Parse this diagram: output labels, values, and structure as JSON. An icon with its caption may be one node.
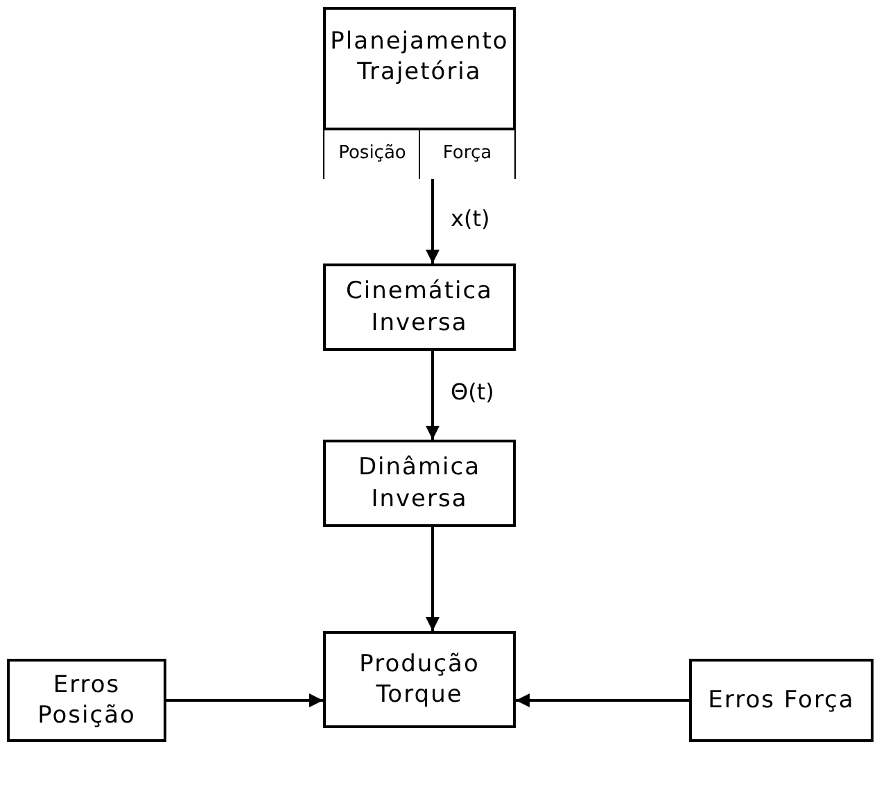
{
  "diagram": {
    "nodes": [
      {
        "text": [
          "Planejamento Trajetória"
        ]
      },
      {
        "text": [
          "Posição"
        ],
        "in": 0
      },
      {
        "text": [
          "Força"
        ],
        "in": 0
      },
      {
        "text": [
          "Cinemática Inversa"
        ]
      },
      {
        "text": [
          "Dinâmica Inversa"
        ]
      },
      {
        "text": [
          "Produção Torque"
        ]
      },
      {
        "text": [
          "Erros Posição"
        ]
      },
      {
        "text": [
          "Erros Força"
        ]
      }
    ],
    "edges": [
      {
        "from": 0,
        "to": 3,
        "arrow": "to",
        "label": "x(t)"
      },
      {
        "from": 3,
        "to": 4,
        "arrow": "to",
        "label": "Θ(t)"
      },
      {
        "from": 4,
        "to": 5,
        "arrow": "to"
      },
      {
        "from": 6,
        "to": 5,
        "arrow": "to"
      },
      {
        "from": 7,
        "to": 5,
        "arrow": "to"
      }
    ]
  }
}
